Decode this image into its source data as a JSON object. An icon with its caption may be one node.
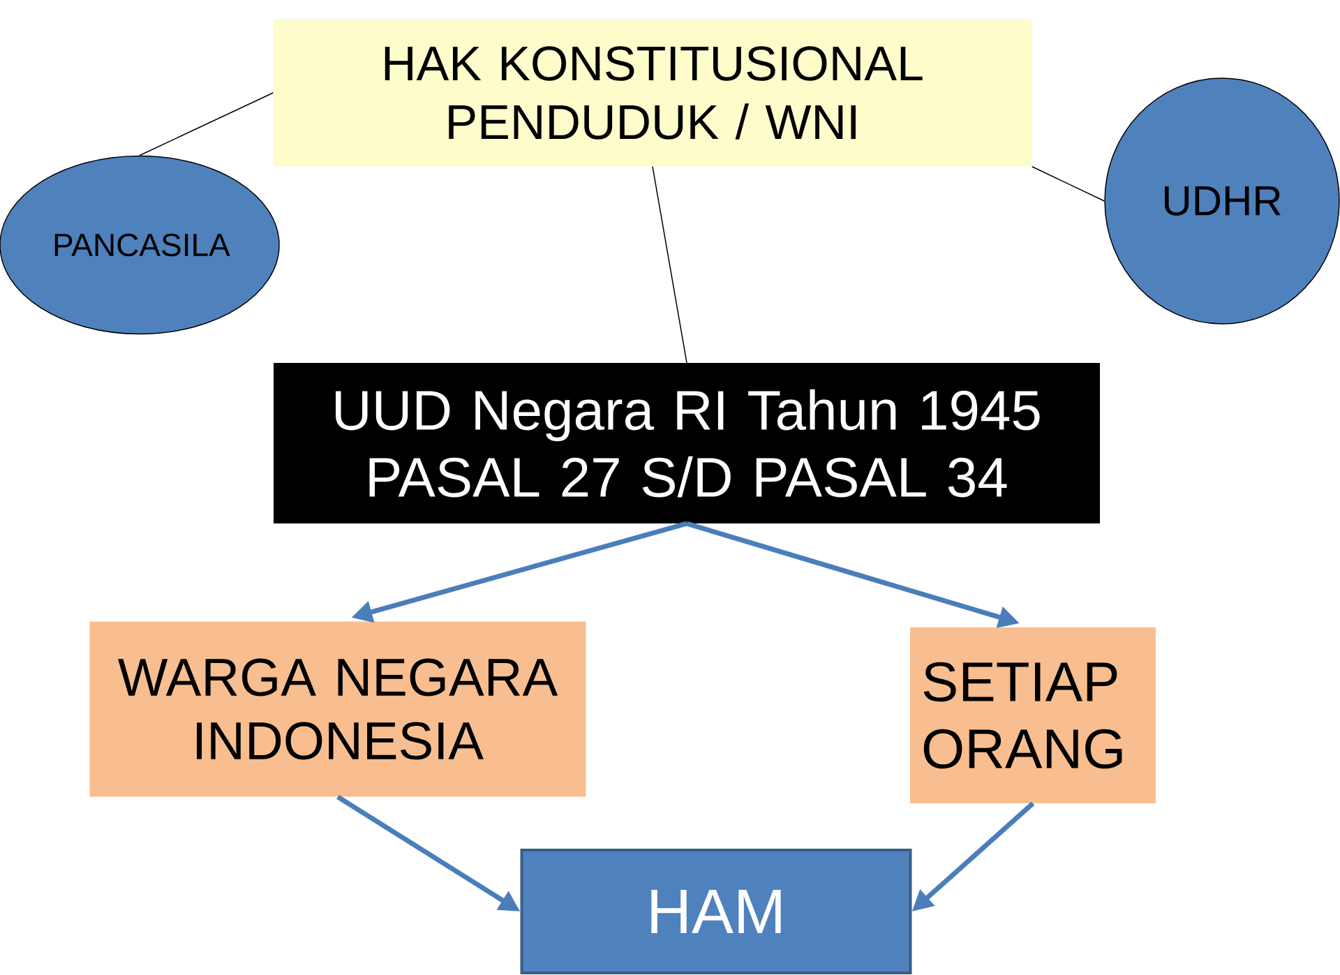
{
  "diagram": {
    "nodes": [
      {
        "text": [
          "HAK KONSTITUSIONAL PENDUDUK / WNI"
        ]
      },
      {
        "text": [
          "PANCASILA"
        ]
      },
      {
        "text": [
          "UDHR"
        ]
      },
      {
        "text": [
          "UUD Negara RI Tahun 1945 PASAL 27 S/D PASAL 34"
        ]
      },
      {
        "text": [
          "WARGA NEGARA INDONESIA"
        ]
      },
      {
        "text": [
          "SETIAP ORANG"
        ]
      },
      {
        "text": [
          "HAM"
        ]
      }
    ],
    "edges": [
      {
        "from": 1,
        "to": 0,
        "arrow": "none",
        "color": "#000000"
      },
      {
        "from": 2,
        "to": 0,
        "arrow": "none",
        "color": "#000000"
      },
      {
        "from": 0,
        "to": 3,
        "arrow": "none",
        "color": "#000000"
      },
      {
        "from": 3,
        "to": 4,
        "arrow": "to"
      },
      {
        "from": 3,
        "to": 5,
        "arrow": "to"
      },
      {
        "from": 4,
        "to": 6,
        "arrow": "to"
      },
      {
        "from": 5,
        "to": 6,
        "arrow": "to"
      }
    ]
  }
}
